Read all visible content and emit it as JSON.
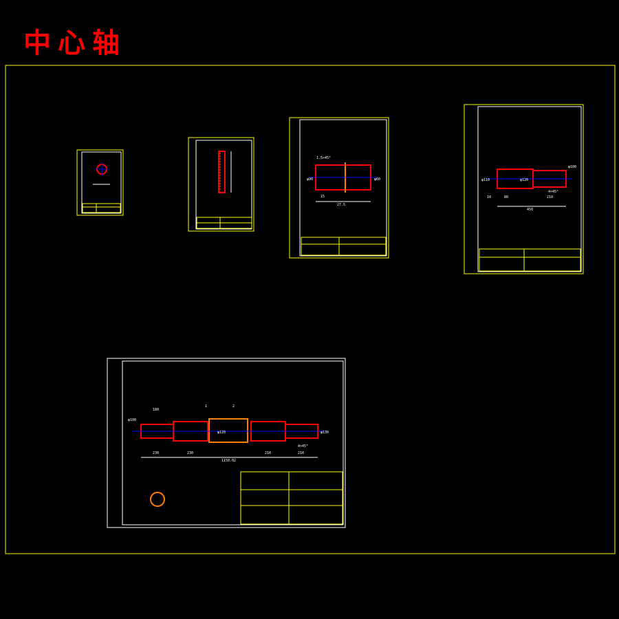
{
  "title": "中心轴",
  "colors": {
    "background": "#000000",
    "title": "#ff0000",
    "frame": "#ffff00",
    "border": "#ffffff",
    "part_outline": "#ff0000",
    "center_line": "#0000ff",
    "dimension": "#ffffff",
    "hatch": "#ff7f00"
  },
  "sheets": [
    {
      "id": "sheet-1",
      "kind": "section-detail"
    },
    {
      "id": "sheet-2",
      "kind": "sleeve"
    },
    {
      "id": "sheet-3",
      "kind": "bushing",
      "labels": {
        "dia_a": "φ90",
        "dia_b": "φ60",
        "len": "15",
        "total": "27.5",
        "chamfer": "1.5×45°"
      }
    },
    {
      "id": "sheet-4",
      "kind": "short-shaft",
      "labels": {
        "len_a": "10",
        "len_b": "80",
        "len_c": "210",
        "total": "450",
        "chamfer": "4×45°",
        "dia_a": "φ110",
        "dia_b": "φ120",
        "dia_c": "φ100"
      }
    },
    {
      "id": "sheet-5",
      "kind": "center-shaft",
      "labels": {
        "seg1": "230",
        "seg2": "230",
        "seg3": "210",
        "seg4": "210",
        "total": "1150.02",
        "key_a": "180",
        "dia1": "φ100",
        "dia2": "φ120",
        "dia3": "φ130",
        "chamfer": "4×45°",
        "callout1": "1",
        "callout2": "2"
      }
    }
  ]
}
